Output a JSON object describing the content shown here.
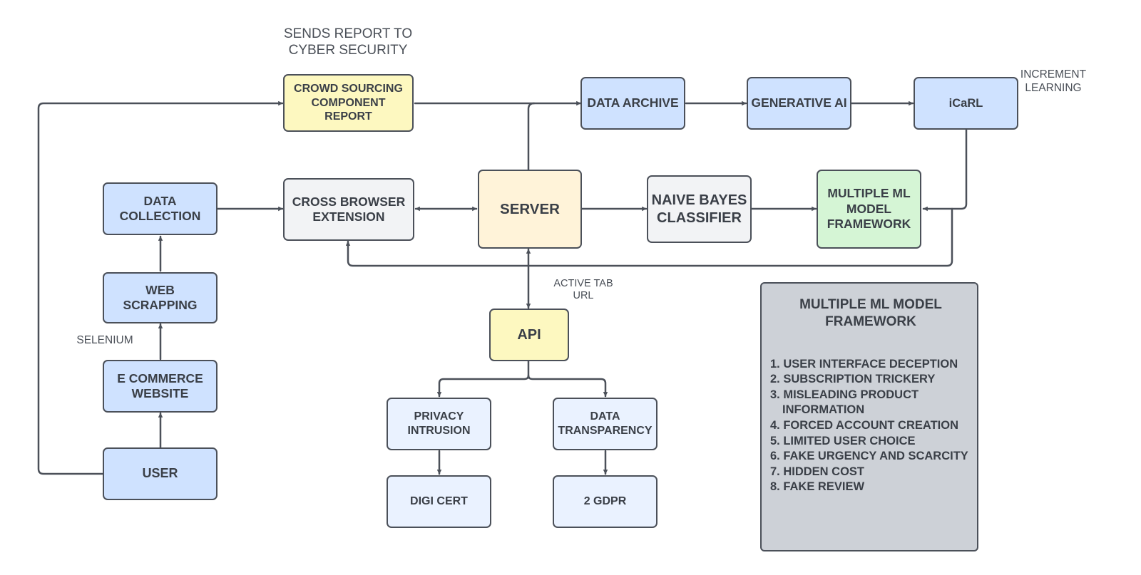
{
  "nodes": {
    "crowd_sourcing": "CROWD SOURCING COMPONENT REPORT",
    "data_archive": "DATA ARCHIVE",
    "generative_ai": "GENERATIVE AI",
    "icarl": "iCaRL",
    "data_collection": "DATA COLLECTION",
    "cross_browser": "CROSS BROWSER EXTENSION",
    "server": "SERVER",
    "naive_bayes": "NAIVE BAYES CLASSIFIER",
    "multiple_ml": "MULTIPLE ML MODEL FRAMEWORK",
    "web_scrapping": "WEB SCRAPPING",
    "api": "API",
    "ecommerce": "E COMMERCE WEBSITE",
    "privacy": "PRIVACY INTRUSION",
    "transparency": "DATA TRANSPARENCY",
    "user": "USER",
    "digicert": "DIGI  CERT",
    "gdpr": "2 GDPR"
  },
  "labels": {
    "sends_report": "SENDS REPORT TO CYBER SECURITY",
    "increment_learning": "INCREMENT LEARNING",
    "selenium": "SELENIUM",
    "active_tab": "ACTIVE TAB URL"
  },
  "panel": {
    "title": "MULTIPLE ML MODEL FRAMEWORK",
    "items": [
      "1. USER INTERFACE DECEPTION",
      "2. SUBSCRIPTION TRICKERY",
      "3. MISLEADING PRODUCT INFORMATION",
      "4. FORCED ACCOUNT CREATION",
      "5. LIMITED USER CHOICE",
      "6. FAKE URGENCY AND SCARCITY",
      "7. HIDDEN COST",
      "8. FAKE REVIEW"
    ]
  },
  "colors": {
    "line": "#4b5059",
    "blue": "#cfe2ff",
    "yellow": "#fdf8c0",
    "cream": "#fff3d9",
    "grey": "#f2f3f5",
    "green": "#d5f5d5",
    "panel": "#cdd1d7"
  }
}
